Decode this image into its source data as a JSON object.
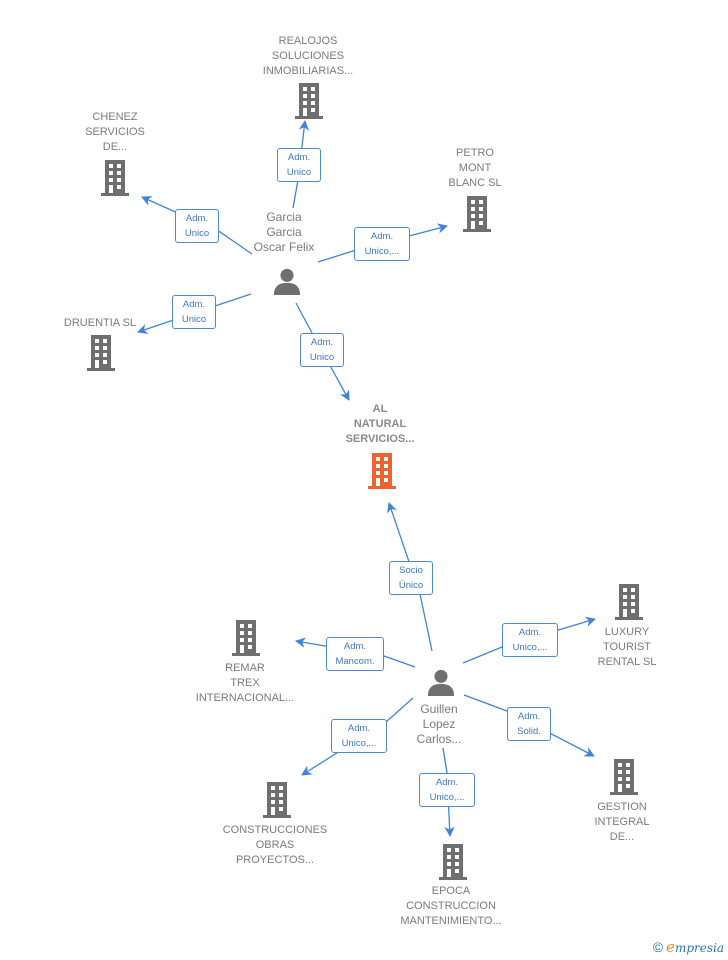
{
  "colors": {
    "edge": "#3f84d8",
    "building": "#6f6f6f",
    "main_building": "#f0622e",
    "person": "#6f6f6f",
    "label_text": "#7b7b7b"
  },
  "main_company": {
    "label": "AL\nNATURAL\nSERVICIOS...",
    "icon": "building-icon"
  },
  "persons": [
    {
      "id": "p1",
      "label": "Garcia\nGarcia\nOscar Felix",
      "icon": "person-icon"
    },
    {
      "id": "p2",
      "label": "Guillen\nLopez\nCarlos...",
      "icon": "person-icon"
    }
  ],
  "companies": [
    {
      "id": "c1",
      "label": "REALOJOS\nSOLUCIONES\nINMOBILIARIAS...",
      "icon": "building-icon"
    },
    {
      "id": "c2",
      "label": "CHENEZ\nSERVICIOS\nDE...",
      "icon": "building-icon"
    },
    {
      "id": "c3",
      "label": "PETRO\nMONT\nBLANC  SL",
      "icon": "building-icon"
    },
    {
      "id": "c4",
      "label": "DRUENTIA SL",
      "icon": "building-icon"
    },
    {
      "id": "c5",
      "label": "REMAR\nTREX\nINTERNACIONAL...",
      "icon": "building-icon"
    },
    {
      "id": "c6",
      "label": "LUXURY\nTOURIST\nRENTAL  SL",
      "icon": "building-icon"
    },
    {
      "id": "c7",
      "label": "CONSTRUCCIONES\nOBRAS\nPROYECTOS...",
      "icon": "building-icon"
    },
    {
      "id": "c8",
      "label": "GESTION\nINTEGRAL\nDE...",
      "icon": "building-icon"
    },
    {
      "id": "c9",
      "label": "EPOCA\nCONSTRUCCION\nMANTENIMIENTO...",
      "icon": "building-icon"
    }
  ],
  "edges": [
    {
      "from": "p1",
      "to": "c1",
      "label": "Adm.\nUnico"
    },
    {
      "from": "p1",
      "to": "c2",
      "label": "Adm.\nUnico"
    },
    {
      "from": "p1",
      "to": "c3",
      "label": "Adm.\nUnico,..."
    },
    {
      "from": "p1",
      "to": "c4",
      "label": "Adm.\nUnico"
    },
    {
      "from": "p1",
      "to": "main",
      "label": "Adm.\nUnico"
    },
    {
      "from": "p2",
      "to": "main",
      "label": "Socio\nÚnico"
    },
    {
      "from": "p2",
      "to": "c5",
      "label": "Adm.\nMancom."
    },
    {
      "from": "p2",
      "to": "c6",
      "label": "Adm.\nUnico,..."
    },
    {
      "from": "p2",
      "to": "c7",
      "label": "Adm.\nUnico,..."
    },
    {
      "from": "p2",
      "to": "c8",
      "label": "Adm.\nSolid."
    },
    {
      "from": "p2",
      "to": "c9",
      "label": "Adm.\nUnico,..."
    }
  ],
  "footer": {
    "copyright_symbol": "©",
    "brand_initial": "e",
    "brand_rest": "mpresia"
  }
}
